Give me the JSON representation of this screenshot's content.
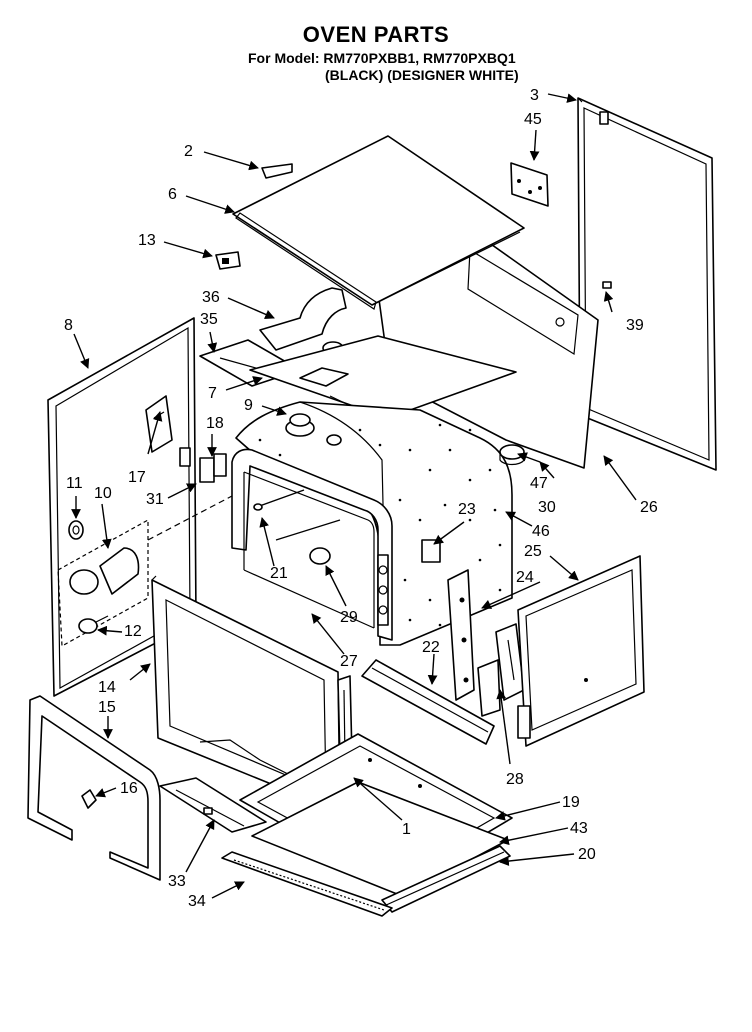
{
  "header": {
    "title": "OVEN PARTS",
    "model_line": "For Model: RM770PXBB1, RM770PXBQ1",
    "finish_line": "(BLACK) (DESIGNER WHITE)"
  },
  "callouts": {
    "c1": "1",
    "c2": "2",
    "c3": "3",
    "c6": "6",
    "c7": "7",
    "c8": "8",
    "c9": "9",
    "c10": "10",
    "c11": "11",
    "c12": "12",
    "c13": "13",
    "c14": "14",
    "c15": "15",
    "c16": "16",
    "c17": "17",
    "c18": "18",
    "c19": "19",
    "c20": "20",
    "c21": "21",
    "c22": "22",
    "c23": "23",
    "c24": "24",
    "c25": "25",
    "c26": "26",
    "c27": "27",
    "c28": "28",
    "c29": "29",
    "c30": "30",
    "c31": "31",
    "c33": "33",
    "c34": "34",
    "c35": "35",
    "c36": "36",
    "c39": "39",
    "c43": "43",
    "c45": "45",
    "c46": "46",
    "c47": "47"
  }
}
